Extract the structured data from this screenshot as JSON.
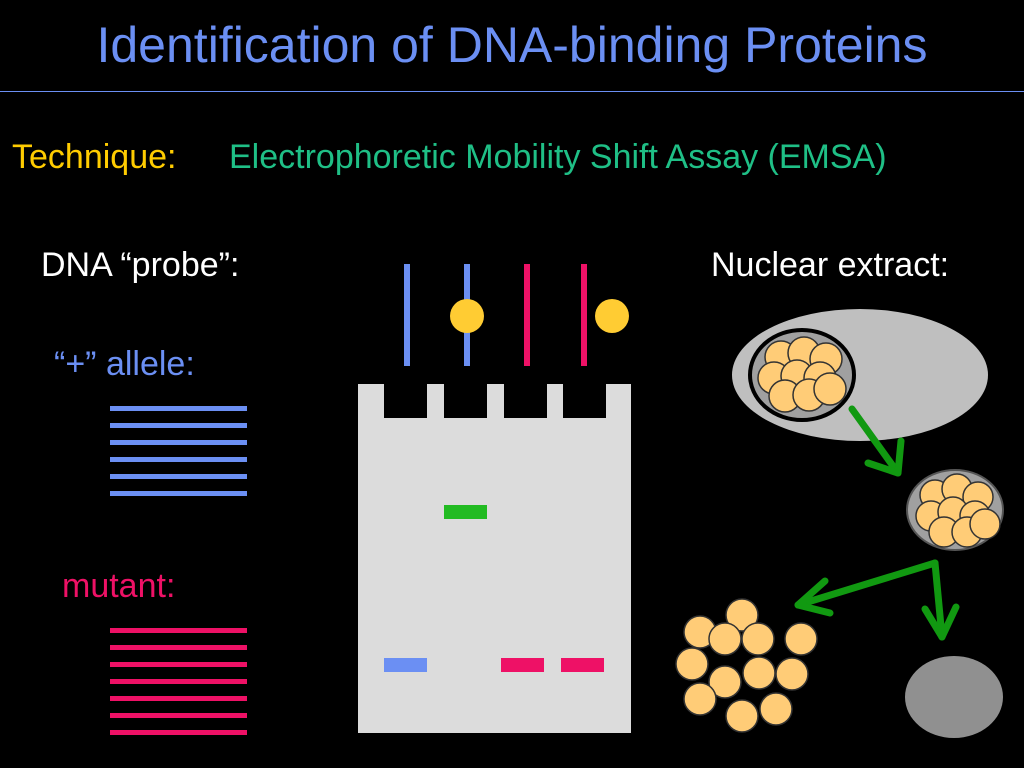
{
  "slide": {
    "title": "Identification of DNA-binding Proteins",
    "technique_label": "Technique:",
    "technique_name": "Electrophoretic Mobility Shift Assay (EMSA)",
    "probe_heading": "DNA “probe”:",
    "extract_heading": "Nuclear extract:",
    "wildtype_label": "“+” allele:",
    "mutant_label": "mutant:"
  },
  "colors": {
    "background": "#000000",
    "title": "#6b8ff3",
    "rule": "#6b8ff3",
    "technique_label": "#ffcc00",
    "technique_name": "#1fbf86",
    "heading_text": "#ffffff",
    "wildtype": "#6b8ff3",
    "mutant": "#ee1166",
    "protein": "#ffcc33",
    "gel": "#dcdcdc",
    "shifted_band": "#22bb22",
    "arrow": "#119911",
    "cell": "#bfbfbf",
    "nucleus_fill": "#a0a0a0",
    "nucleus_outline": "#000000",
    "chromatin": "#ffcc77",
    "pellet": "#909090"
  },
  "gel": {
    "lanes": [
      {
        "probe": "wildtype",
        "protein_bound": false,
        "band": "free"
      },
      {
        "probe": "wildtype",
        "protein_bound": true,
        "band": "shifted"
      },
      {
        "probe": "mutant",
        "protein_bound": false,
        "band": "free"
      },
      {
        "probe": "mutant",
        "protein_bound": true,
        "band": "free"
      }
    ]
  }
}
